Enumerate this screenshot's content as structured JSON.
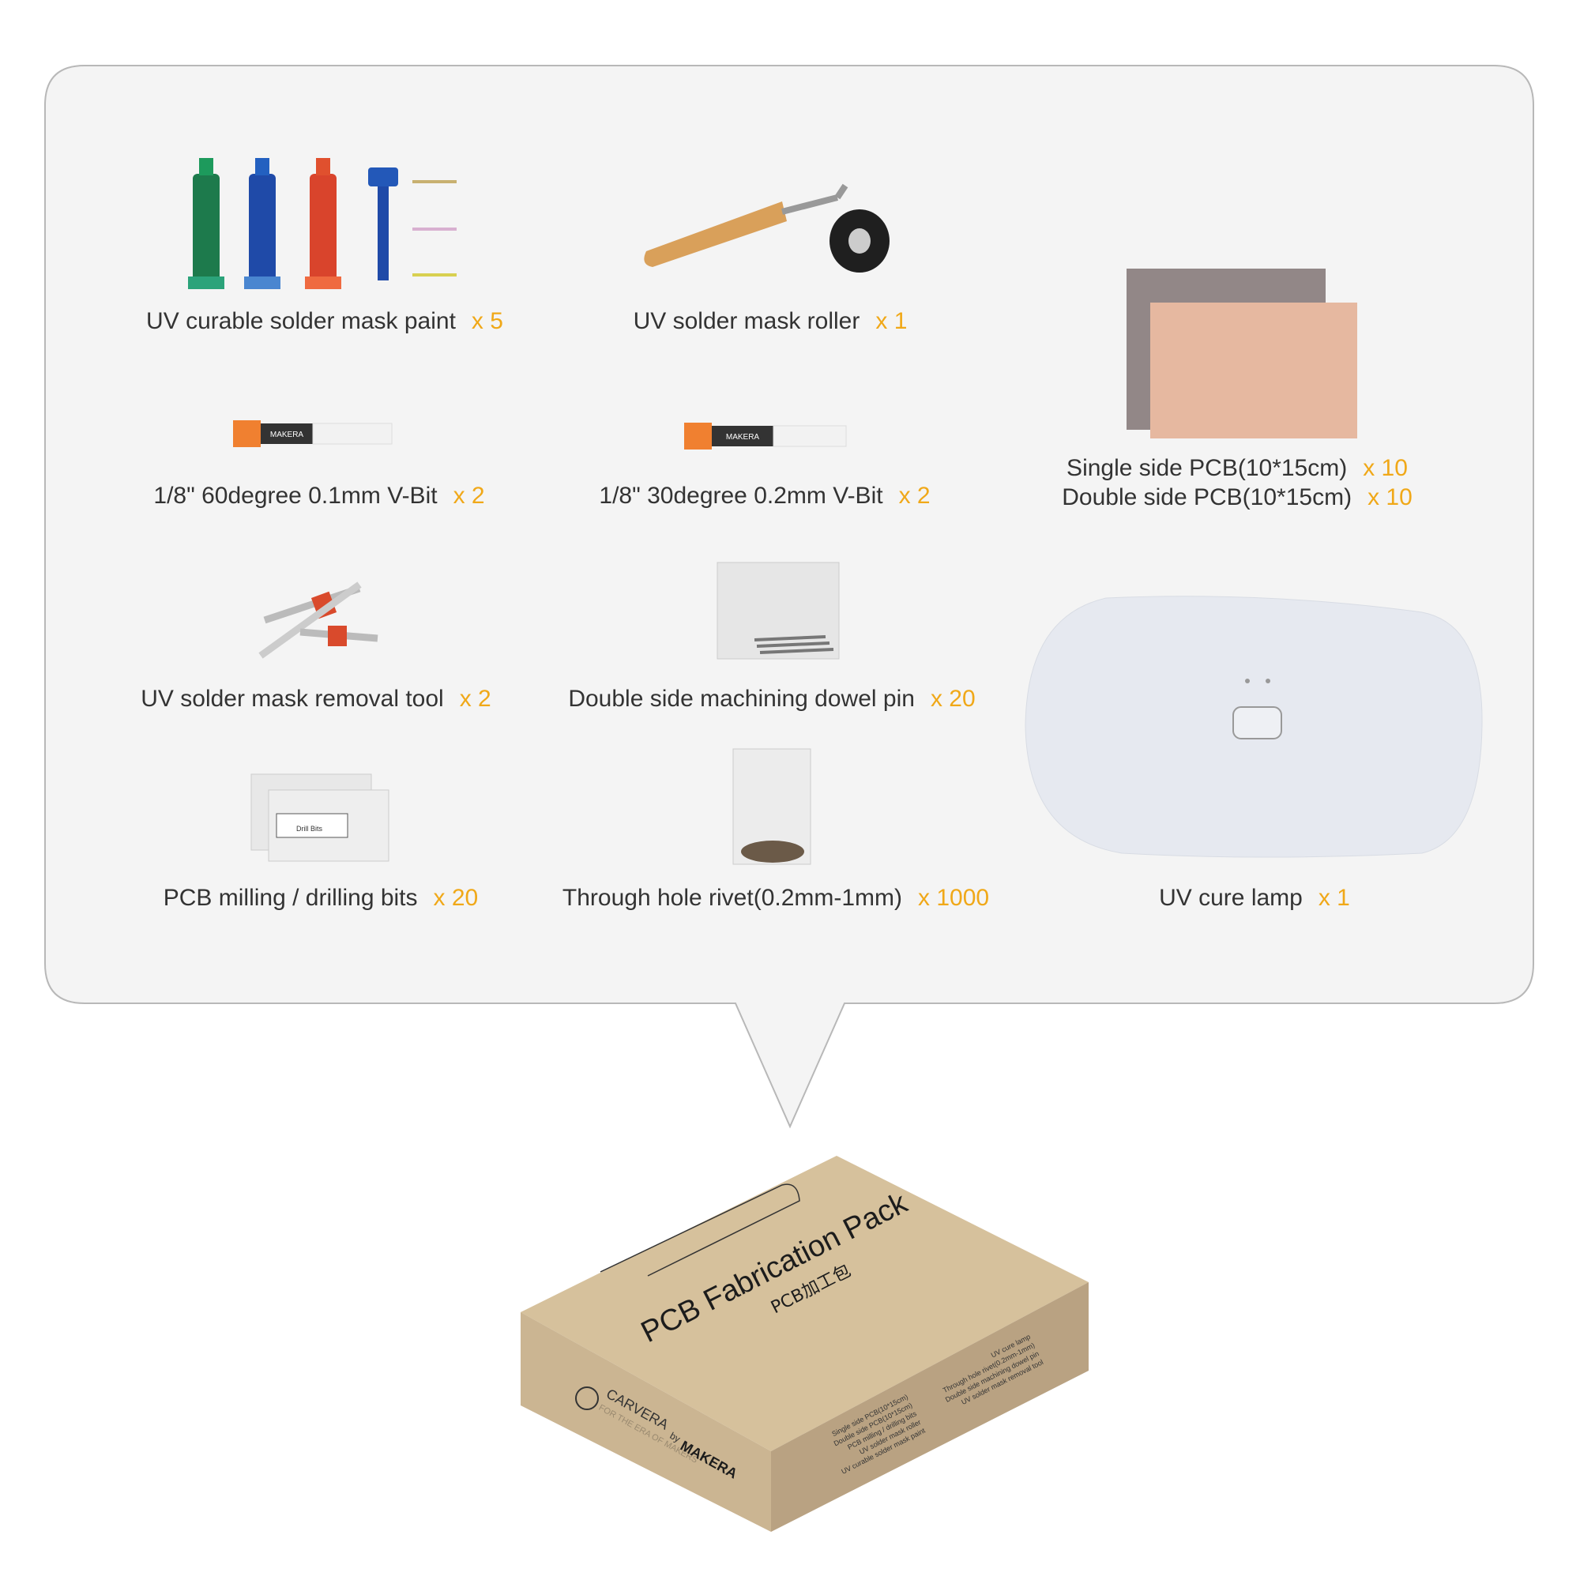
{
  "colors": {
    "panel_bg": "#f4f4f4",
    "panel_border": "#b8b8b8",
    "label_text": "#333333",
    "quantity_accent": "#f0a818",
    "box_top": "#d6c19c",
    "box_left": "#cbb592",
    "box_right": "#b9a282"
  },
  "items": [
    {
      "name": "UV curable solder mask paint",
      "qty": "x 5",
      "icon": "paint-tubes-icon"
    },
    {
      "name": "UV solder mask roller",
      "qty": "x 1",
      "icon": "roller-icon"
    },
    {
      "name": "Single side PCB(10*15cm)",
      "qty": "x 10",
      "icon": "pcb-board-icon"
    },
    {
      "name": "Double side PCB(10*15cm)",
      "qty": "x 10",
      "icon": "pcb-board-icon"
    },
    {
      "name": "1/8\" 60degree 0.1mm V-Bit",
      "qty": "x 2",
      "icon": "v-bit-icon"
    },
    {
      "name": "1/8\" 30degree 0.2mm V-Bit",
      "qty": "x 2",
      "icon": "v-bit-icon"
    },
    {
      "name": "UV solder mask removal tool",
      "qty": "x 2",
      "icon": "removal-tool-icon"
    },
    {
      "name": "Double side machining dowel pin",
      "qty": "x 20",
      "icon": "dowel-pin-bag-icon"
    },
    {
      "name": "PCB milling / drilling bits",
      "qty": "x 20",
      "icon": "drill-bits-icon"
    },
    {
      "name": "Through hole rivet(0.2mm-1mm)",
      "qty": "x 1000",
      "icon": "rivet-bag-icon"
    },
    {
      "name": "UV cure lamp",
      "qty": "x 1",
      "icon": "uv-lamp-icon"
    }
  ],
  "vbit_brand": "MAKERA",
  "drill_label": "Drill Bits",
  "box": {
    "title": "PCB Fabrication Pack",
    "subtitle": "PCB加工包",
    "brand": "CARVERA",
    "by": "by",
    "maker": "MAKERA",
    "tagline": "FOR THE ERA OF MAKERS",
    "side_list_left": [
      "Single side PCB(10*15cm)",
      "Double side PCB(10*15cm)",
      "PCB milling / drilling bits",
      "UV solder mask roller",
      "UV curable solder mask paint"
    ],
    "side_list_right": [
      "UV cure lamp",
      "Through hole rivet(0.2mm-1mm)",
      "Double side machining dowel pin",
      "UV solder mask removal tool"
    ]
  }
}
